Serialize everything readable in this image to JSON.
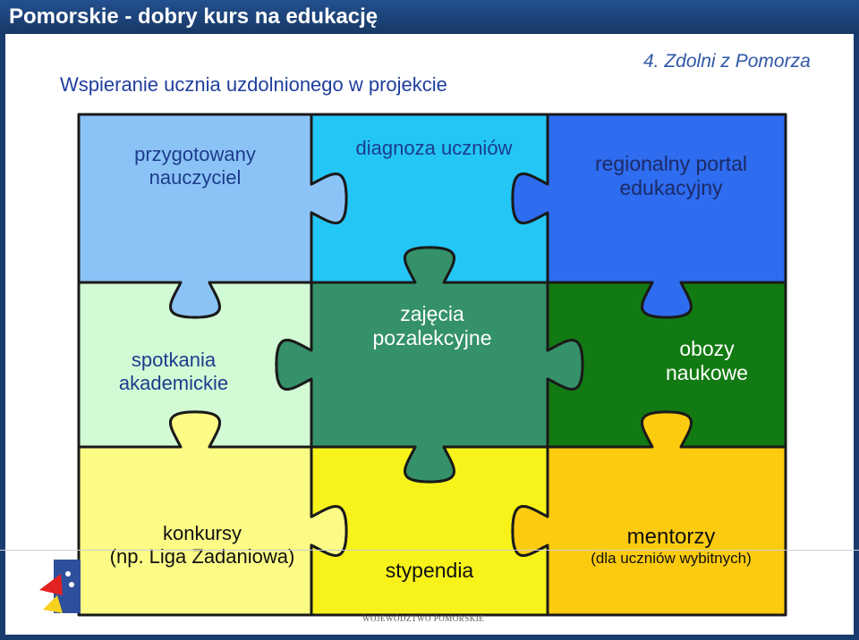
{
  "slide": {
    "title": "Pomorskie - dobry kurs na edukację",
    "subtitle": "Wspieranie ucznia uzdolnionego w projekcie",
    "section_label": "4. Zdolni z Pomorza"
  },
  "pieces": [
    {
      "lines": [
        "przygotowany",
        "nauczyciel"
      ],
      "color": "#8cc3f7"
    },
    {
      "lines": [
        "diagnoza uczniów"
      ],
      "color": "#24c6f5"
    },
    {
      "lines": [
        "regionalny portal",
        "edukacyjny"
      ],
      "color": "#2e6cf0"
    },
    {
      "lines": [
        "spotkania",
        "akademickie"
      ],
      "color": "#d2fbd5"
    },
    {
      "lines": [
        "zajęcia",
        "pozalekcyjne"
      ],
      "color": "#34916a"
    },
    {
      "lines": [
        "obozy",
        "naukowe"
      ],
      "color": "#127a12"
    },
    {
      "lines": [
        "konkursy",
        "(np. Liga Zadaniowa)"
      ],
      "color": "#fbfb86"
    },
    {
      "lines": [
        "stypendia"
      ],
      "color": "#f7f31a"
    },
    {
      "lines": [
        "mentorzy",
        "(dla uczniów wybitnych)"
      ],
      "color": "#fccb0f"
    }
  ],
  "footer": {
    "text": "WOJEWÓDZTWO POMORSKIE"
  }
}
